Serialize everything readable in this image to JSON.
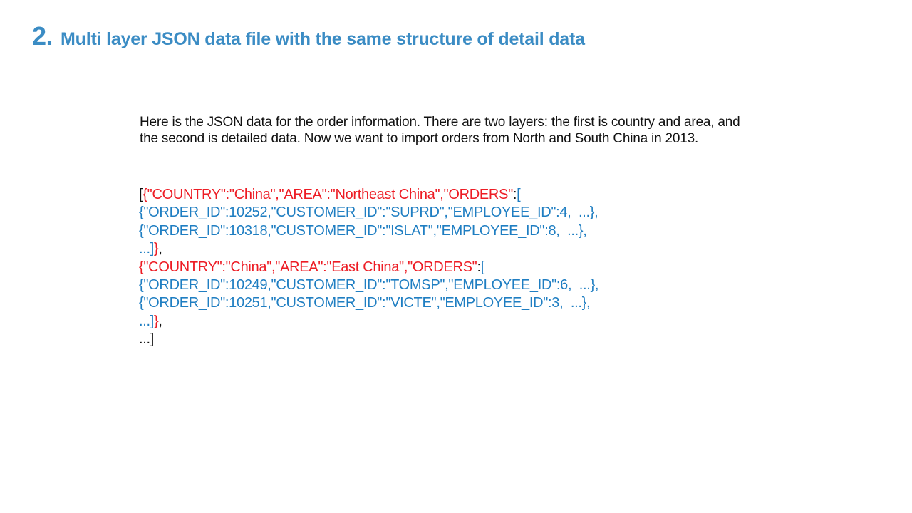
{
  "slide": {
    "heading": {
      "number": "2.",
      "title": "Multi layer JSON data file with the same structure of detail data"
    },
    "paragraph": "Here is the JSON data for the order information. There are two layers: the first is country and area, and the second is detailed data. Now we want to import orders from North and South China in 2013.",
    "code": {
      "lines": [
        {
          "segments": [
            {
              "t": "[",
              "c": "black"
            },
            {
              "t": "{\"COUNTRY\":\"China\",\"AREA\":\"Northeast China\",\"ORDERS\"",
              "c": "red"
            },
            {
              "t": ":",
              "c": "black"
            },
            {
              "t": "[",
              "c": "blue"
            }
          ]
        },
        {
          "segments": [
            {
              "t": "{\"ORDER_ID\":10252,\"CUSTOMER_ID\":\"SUPRD\",\"EMPLOYEE_ID\":4,  ...},",
              "c": "blue"
            }
          ]
        },
        {
          "segments": [
            {
              "t": "{\"ORDER_ID\":10318,\"CUSTOMER_ID\":\"ISLAT\",\"EMPLOYEE_ID\":8,  ...},",
              "c": "blue"
            }
          ]
        },
        {
          "segments": [
            {
              "t": "...]",
              "c": "blue"
            },
            {
              "t": "}",
              "c": "red"
            },
            {
              "t": ",",
              "c": "black"
            }
          ]
        },
        {
          "segments": [
            {
              "t": "{\"COUNTRY\":\"China\",\"AREA\":\"East China\",\"ORDERS\"",
              "c": "red"
            },
            {
              "t": ":",
              "c": "black"
            },
            {
              "t": "[",
              "c": "blue"
            }
          ]
        },
        {
          "segments": [
            {
              "t": "{\"ORDER_ID\":10249,\"CUSTOMER_ID\":\"TOMSP\",\"EMPLOYEE_ID\":6,  ...},",
              "c": "blue"
            }
          ]
        },
        {
          "segments": [
            {
              "t": "{\"ORDER_ID\":10251,\"CUSTOMER_ID\":\"VICTE\",\"EMPLOYEE_ID\":3,  ...},",
              "c": "blue"
            }
          ]
        },
        {
          "segments": [
            {
              "t": "...]",
              "c": "blue"
            },
            {
              "t": "}",
              "c": "red"
            },
            {
              "t": ",",
              "c": "black"
            }
          ]
        },
        {
          "segments": [
            {
              "t": "...]",
              "c": "black"
            }
          ]
        }
      ]
    },
    "colors": {
      "heading_blue": "#3B8CC4",
      "code_blue": "#1F7EC2",
      "code_red": "#ED1C24",
      "text_black": "#111111"
    }
  }
}
